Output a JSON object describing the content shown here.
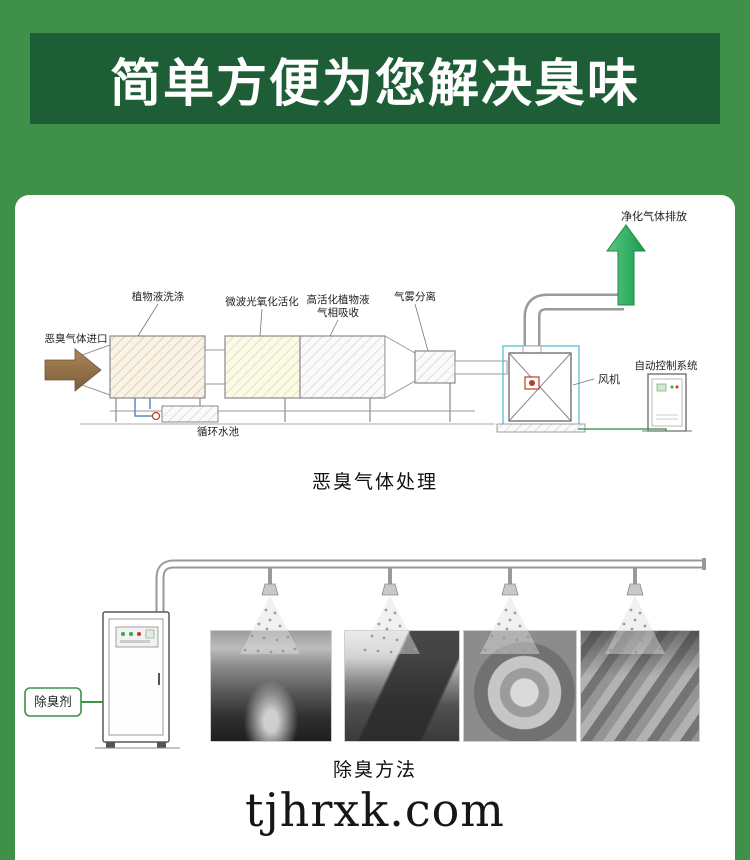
{
  "banner": {
    "title": "简单方便为您解决臭味"
  },
  "treatment": {
    "caption": "恶臭气体处理",
    "inlet_label": "恶臭气体进口",
    "outlet_label": "净化气体排放",
    "stage1_label": "植物液洗涤",
    "stage2_label": "微波光氧化活化",
    "stage3_line1": "高活化植物液",
    "stage3_line2": "气相吸收",
    "stage4_label": "气雾分离",
    "fan_label": "风机",
    "control_label": "自动控制系统",
    "pool_label": "循环水池"
  },
  "method": {
    "caption": "除臭方法",
    "deodorant_label": "除臭剂",
    "photo_names": [
      "factory-interior-photo",
      "covered-equipment-photo",
      "clarifier-tank-photo",
      "treatment-channels-photo"
    ]
  },
  "watermark": "tjhrxk.com",
  "colors": {
    "page_bg": "#3f9048",
    "banner_bg": "#1e5e36",
    "inlet_arrow_brown": "#9a7a51",
    "outlet_arrow_green": "#2fae5d",
    "deodorant_border_green": "#3f9048"
  }
}
